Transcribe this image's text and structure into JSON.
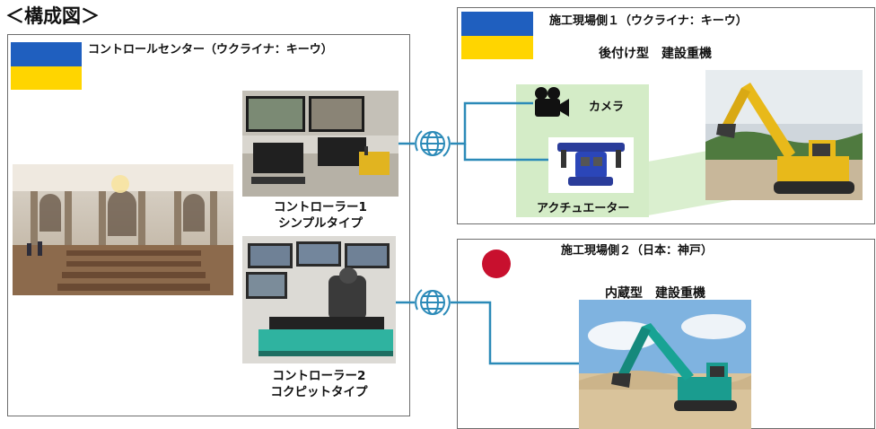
{
  "page_title": "＜構成図＞",
  "colors": {
    "ukraine_blue": "#1f5fbf",
    "ukraine_yellow": "#ffd500",
    "japan_red": "#c8102e",
    "link_blue": "#2b8ab8",
    "camera_green": "#d4ecc7",
    "panel_border": "#6d6d6d"
  },
  "control_center": {
    "title": "コントロールセンター（ウクライナ：キーウ）",
    "flag": "ukraine-flag",
    "controller1": {
      "line1": "コントローラー1",
      "line2": "シンプルタイプ"
    },
    "controller2": {
      "line1": "コントローラー2",
      "line2": "コクピットタイプ"
    }
  },
  "site1": {
    "title": "施工現場側１（ウクライナ：キーウ）",
    "subtitle": "後付け型　建設重機",
    "flag": "ukraine-flag",
    "camera_label": "カメラ",
    "actuator_label": "アクチュエーター"
  },
  "site2": {
    "title": "施工現場側２（日本：神戸）",
    "subtitle": "内蔵型　建設重機",
    "flag": "japan-flag"
  },
  "icons": [
    "globe-network-icon",
    "video-camera-icon"
  ]
}
